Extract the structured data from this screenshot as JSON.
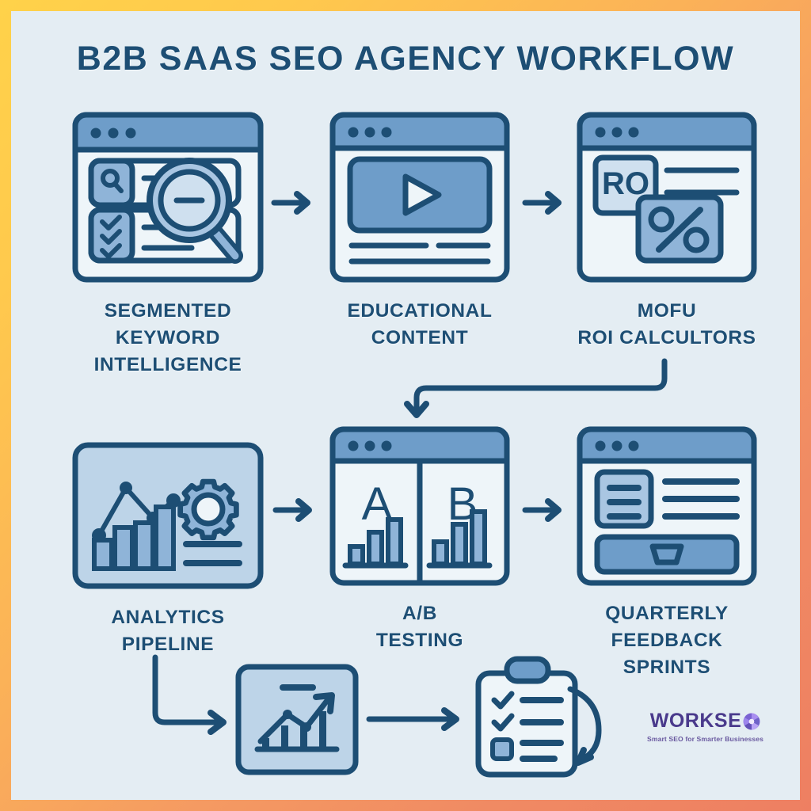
{
  "page": {
    "title": "B2B SAAS SEO AGENCY WORKFLOW",
    "border_gradient_from": "#ffd24a",
    "border_gradient_to": "#ee7f62",
    "canvas_color": "#e4edf3",
    "ink_color": "#1d4e74",
    "fill_light": "#dce9f2",
    "fill_mid": "#6e9dc9",
    "fill_pale": "#a9c6e2"
  },
  "nodes": [
    {
      "id": "segmented-keyword-intelligence",
      "icon": "browser-keyword-search-icon",
      "caption": "SEGMENTED\nKEYWORD\nINTELLIGENCE",
      "row": 1,
      "col": 1
    },
    {
      "id": "educational-content",
      "icon": "browser-video-player-icon",
      "caption": "EDUCATIONAL\nCONTENT",
      "row": 1,
      "col": 2
    },
    {
      "id": "mofu-roi-calcultors",
      "icon": "browser-roi-percent-icon",
      "caption": "MOFU\nROI CALCULTORS",
      "row": 1,
      "col": 3,
      "icon_labels": {
        "box_text": "RO",
        "percent": "%"
      }
    },
    {
      "id": "analytics-pipeline",
      "icon": "chart-gear-dashboard-icon",
      "caption": "ANALYTICS\nPIPELINE",
      "row": 2,
      "col": 1
    },
    {
      "id": "ab-testing",
      "icon": "browser-split-ab-bars-icon",
      "caption": "A/B\nTESTING",
      "row": 2,
      "col": 2,
      "icon_labels": {
        "left_panel": "A",
        "right_panel": "B"
      }
    },
    {
      "id": "quarterly-feedback-sprints",
      "icon": "browser-form-submit-icon",
      "caption": "QUARTERLY\nFEEDBACK\nSPRINTS",
      "row": 2,
      "col": 3
    },
    {
      "id": "growth-report",
      "icon": "growth-arrow-chart-icon",
      "caption": "",
      "row": 3,
      "col": 2
    },
    {
      "id": "checklist-review",
      "icon": "clipboard-checklist-icon",
      "caption": "",
      "row": 3,
      "col": 3
    }
  ],
  "connectors": [
    {
      "id": "arrow-1-to-2",
      "type": "arrow-right"
    },
    {
      "id": "arrow-2-to-3",
      "type": "arrow-right"
    },
    {
      "id": "arrow-3-to-5",
      "type": "elbow-down-left-down"
    },
    {
      "id": "arrow-4-to-5",
      "type": "arrow-right"
    },
    {
      "id": "arrow-5-to-6",
      "type": "arrow-right"
    },
    {
      "id": "arrow-4-to-7",
      "type": "elbow-down-right"
    },
    {
      "id": "arrow-7-to-8",
      "type": "arrow-right"
    },
    {
      "id": "arrow-8-loop",
      "type": "curved-loop"
    }
  ],
  "logo": {
    "wordmark": "WORKSE",
    "mark": "pinwheel-circle-icon",
    "tagline": "Smart SEO for Smarter Businesses",
    "color": "#4a3a8c",
    "mark_color": "#7b5fd6"
  }
}
